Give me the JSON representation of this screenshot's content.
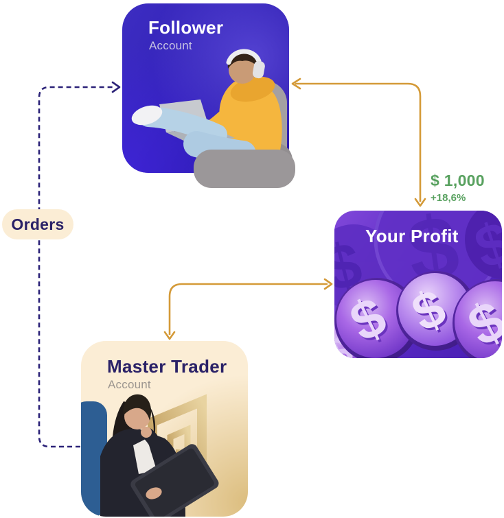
{
  "diagram": {
    "cards": {
      "follower": {
        "title": "Follower",
        "subtitle": "Account"
      },
      "your_profit": {
        "title": "Your Profit"
      },
      "master_trader": {
        "title": "Master Trader",
        "subtitle": "Account"
      }
    },
    "orders_pill": {
      "label": "Orders"
    },
    "profit_indicator": {
      "amount": "$ 1,000",
      "change": "+18,6%"
    },
    "coin_symbol": "$",
    "connections": [
      {
        "from": "master-trader",
        "to": "follower",
        "via": "orders-pill",
        "style": "dashed",
        "color": "#2b2278"
      },
      {
        "from": "your-profit",
        "to": "follower",
        "style": "solid",
        "color": "#d49a38",
        "arrowheads": "both"
      },
      {
        "from": "master-trader",
        "to": "your-profit",
        "style": "solid",
        "color": "#d49a38",
        "arrowheads": "both"
      }
    ],
    "colors": {
      "canvas_bg": "#ffffff",
      "cream": "#fbedd5",
      "indigo_text": "#2a2167",
      "follower_gradient_start": "#3d2dc2",
      "follower_gradient_end": "#2a16aa",
      "profit_gradient_start": "#8148da",
      "profit_gradient_end": "#471db2",
      "arrow_orange": "#d49a38",
      "dashed_indigo": "#2b2278",
      "profit_green": "#58a15f",
      "gold_logo": "#c9a45c"
    }
  }
}
